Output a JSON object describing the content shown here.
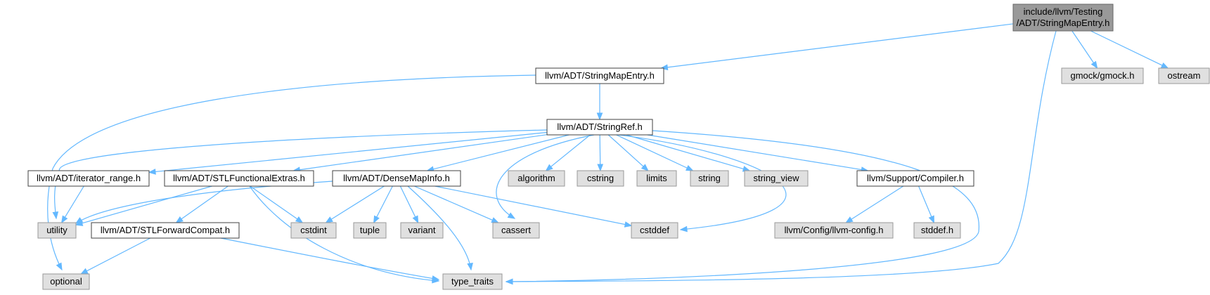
{
  "nodes": [
    {
      "id": "root",
      "lines": [
        "include/llvm/Testing",
        "/ADT/StringMapEntry.h"
      ],
      "kind": "root"
    },
    {
      "id": "sme",
      "lines": [
        "llvm/ADT/StringMapEntry.h"
      ],
      "kind": "internal"
    },
    {
      "id": "gmock",
      "lines": [
        "gmock/gmock.h"
      ],
      "kind": "external"
    },
    {
      "id": "ostream",
      "lines": [
        "ostream"
      ],
      "kind": "external"
    },
    {
      "id": "stringref",
      "lines": [
        "llvm/ADT/StringRef.h"
      ],
      "kind": "internal"
    },
    {
      "id": "iter",
      "lines": [
        "llvm/ADT/iterator_range.h"
      ],
      "kind": "internal"
    },
    {
      "id": "stlfe",
      "lines": [
        "llvm/ADT/STLFunctionalExtras.h"
      ],
      "kind": "internal"
    },
    {
      "id": "dmi",
      "lines": [
        "llvm/ADT/DenseMapInfo.h"
      ],
      "kind": "internal"
    },
    {
      "id": "algorithm",
      "lines": [
        "algorithm"
      ],
      "kind": "external"
    },
    {
      "id": "cstring",
      "lines": [
        "cstring"
      ],
      "kind": "external"
    },
    {
      "id": "limits",
      "lines": [
        "limits"
      ],
      "kind": "external"
    },
    {
      "id": "string",
      "lines": [
        "string"
      ],
      "kind": "external"
    },
    {
      "id": "string_view",
      "lines": [
        "string_view"
      ],
      "kind": "external"
    },
    {
      "id": "compiler",
      "lines": [
        "llvm/Support/Compiler.h"
      ],
      "kind": "internal"
    },
    {
      "id": "utility",
      "lines": [
        "utility"
      ],
      "kind": "external"
    },
    {
      "id": "stlfc",
      "lines": [
        "llvm/ADT/STLForwardCompat.h"
      ],
      "kind": "internal"
    },
    {
      "id": "cstdint",
      "lines": [
        "cstdint"
      ],
      "kind": "external"
    },
    {
      "id": "tuple",
      "lines": [
        "tuple"
      ],
      "kind": "external"
    },
    {
      "id": "variant",
      "lines": [
        "variant"
      ],
      "kind": "external"
    },
    {
      "id": "cassert",
      "lines": [
        "cassert"
      ],
      "kind": "external"
    },
    {
      "id": "cstddef",
      "lines": [
        "cstddef"
      ],
      "kind": "external"
    },
    {
      "id": "llvmconfig",
      "lines": [
        "llvm/Config/llvm-config.h"
      ],
      "kind": "external"
    },
    {
      "id": "stddef",
      "lines": [
        "stddef.h"
      ],
      "kind": "external"
    },
    {
      "id": "optional",
      "lines": [
        "optional"
      ],
      "kind": "external"
    },
    {
      "id": "type_traits",
      "lines": [
        "type_traits"
      ],
      "kind": "external"
    }
  ],
  "edges": [
    [
      "root",
      "sme"
    ],
    [
      "root",
      "gmock"
    ],
    [
      "root",
      "ostream"
    ],
    [
      "root",
      "type_traits"
    ],
    [
      "sme",
      "stringref"
    ],
    [
      "sme",
      "optional"
    ],
    [
      "stringref",
      "iter"
    ],
    [
      "stringref",
      "stlfe"
    ],
    [
      "stringref",
      "dmi"
    ],
    [
      "stringref",
      "algorithm"
    ],
    [
      "stringref",
      "cstring"
    ],
    [
      "stringref",
      "limits"
    ],
    [
      "stringref",
      "string"
    ],
    [
      "stringref",
      "string_view"
    ],
    [
      "stringref",
      "compiler"
    ],
    [
      "stringref",
      "utility"
    ],
    [
      "stringref",
      "cassert"
    ],
    [
      "stringref",
      "cstddef"
    ],
    [
      "stringref",
      "type_traits"
    ],
    [
      "iter",
      "utility"
    ],
    [
      "stlfe",
      "utility"
    ],
    [
      "stlfe",
      "stlfc"
    ],
    [
      "stlfe",
      "cstdint"
    ],
    [
      "stlfe",
      "type_traits"
    ],
    [
      "dmi",
      "utility"
    ],
    [
      "dmi",
      "cstdint"
    ],
    [
      "dmi",
      "tuple"
    ],
    [
      "dmi",
      "variant"
    ],
    [
      "dmi",
      "cassert"
    ],
    [
      "dmi",
      "cstddef"
    ],
    [
      "dmi",
      "type_traits"
    ],
    [
      "compiler",
      "llvmconfig"
    ],
    [
      "compiler",
      "stddef"
    ],
    [
      "stlfc",
      "optional"
    ],
    [
      "stlfc",
      "type_traits"
    ]
  ],
  "colors": {
    "edge": "#63b8ff",
    "root_fill": "#999999",
    "root_stroke": "#666666",
    "internal_fill": "#ffffff",
    "internal_stroke": "#404040",
    "external_fill": "#e0e0e0",
    "external_stroke": "#999999"
  }
}
